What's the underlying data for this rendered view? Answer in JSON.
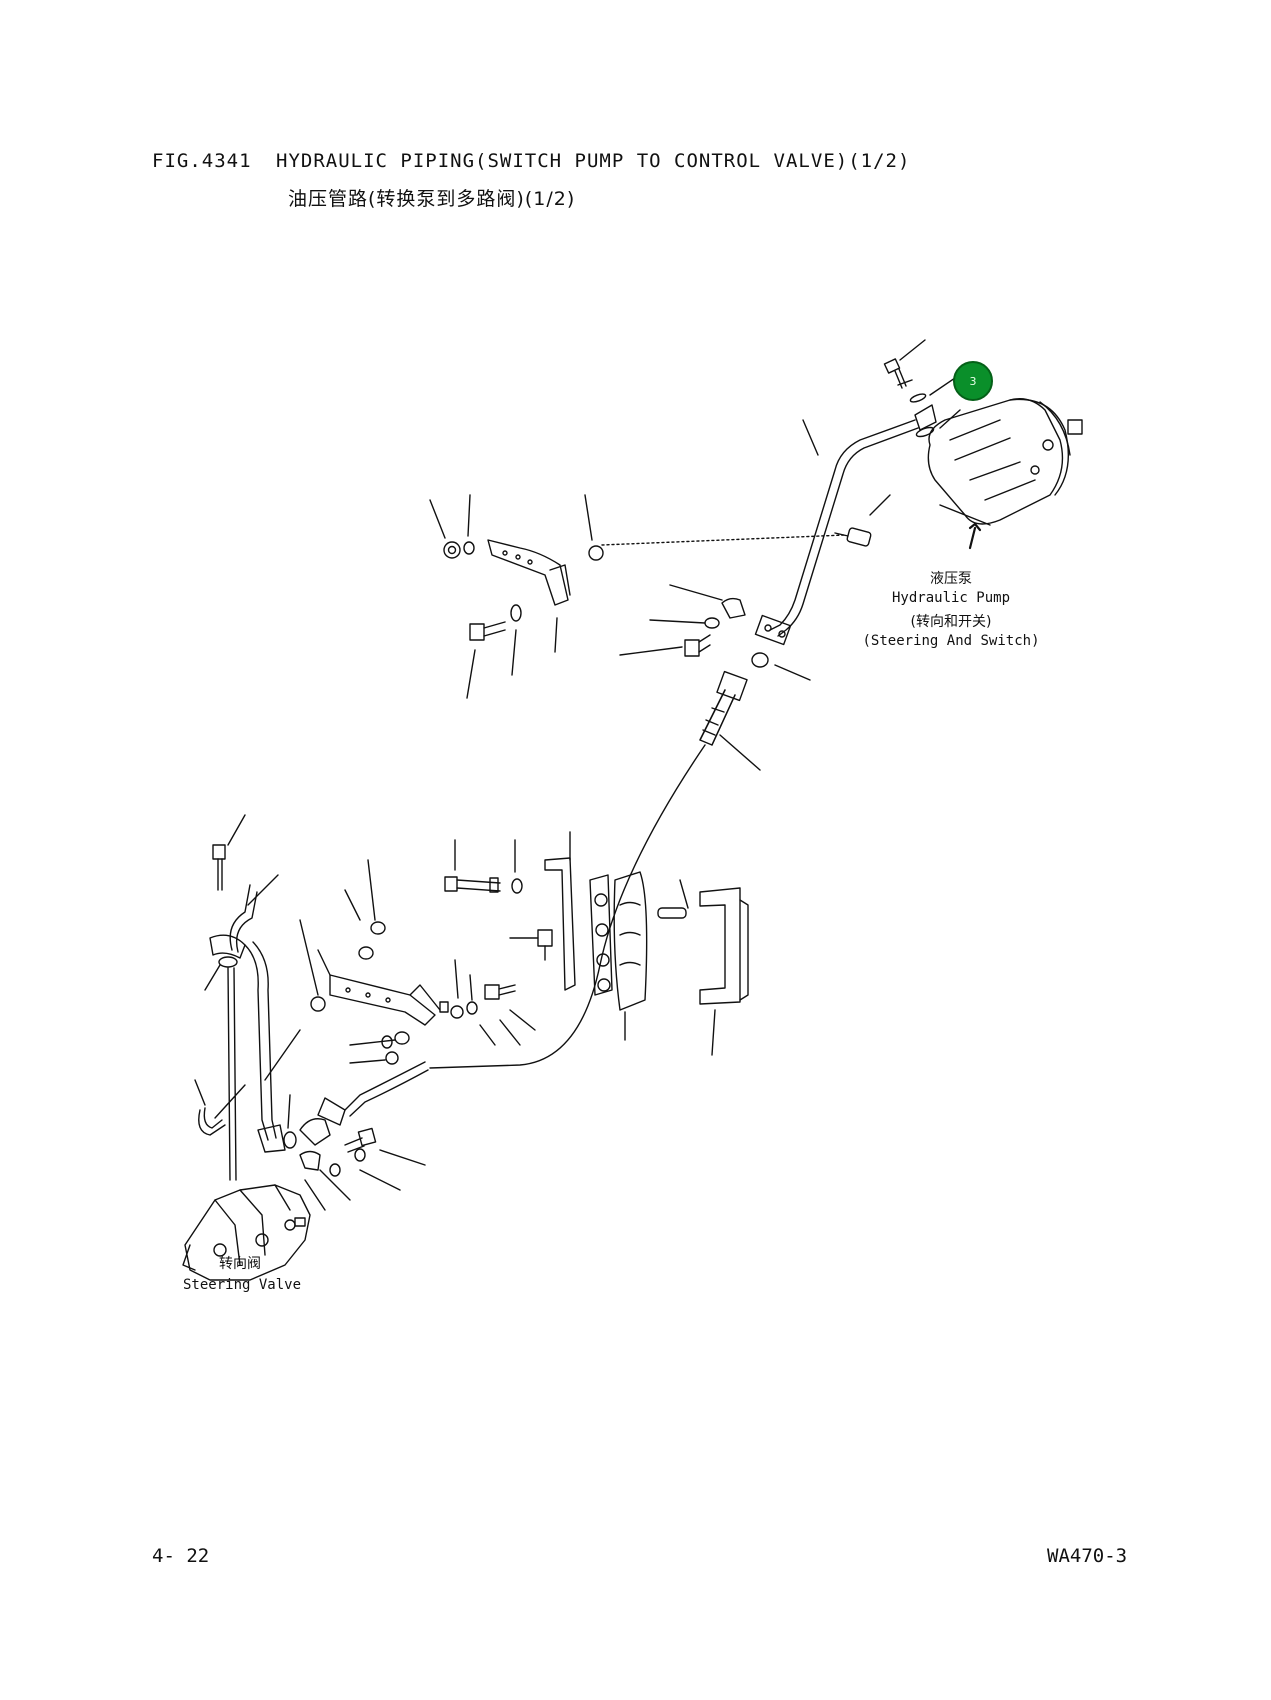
{
  "header": {
    "fig_number": "FIG.4341",
    "title_en": "HYDRAULIC PIPING(SWITCH PUMP TO CONTROL VALVE)(1/2)",
    "title_cn": "油压管路(转换泵到多路阀)(1/2)"
  },
  "labels": {
    "pump_cn": "液压泵",
    "pump_en": "Hydraulic Pump",
    "pump_sub_cn": "(转向和开关)",
    "pump_sub_en": "(Steering And Switch)",
    "valve_cn": "转向阀",
    "valve_en": "Steering Valve"
  },
  "callout": {
    "number": "3",
    "color": "#0a8f2a"
  },
  "footer": {
    "page": "4- 22",
    "model": "WA470-3"
  }
}
